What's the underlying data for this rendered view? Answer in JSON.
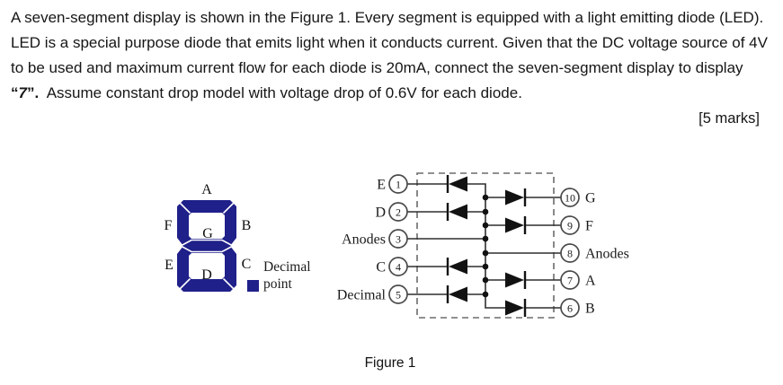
{
  "problem": {
    "lines": [
      "A seven-segment display is shown in the Figure 1. Every segment is equipped with a light emitting diode (LED).",
      "LED is a special purpose diode that emits light when it conducts current. Given that the DC voltage source of 4V",
      "to be used and maximum current flow for each diode is 20mA, connect the seven-segment display to display"
    ],
    "line4_prefix": "“",
    "line4_digit": "7",
    "line4_suffix": "”.",
    "line4_rest": "  Assume constant drop model with voltage drop of 0.6V for each diode.",
    "marks": "[5 marks]"
  },
  "figure": {
    "caption": "Figure 1",
    "display": {
      "segment_color": "#20208a",
      "labels": {
        "a": "A",
        "b": "B",
        "c": "C",
        "d": "D",
        "e": "E",
        "f": "F",
        "g": "G"
      },
      "decimal_line1": "Decimal",
      "decimal_line2": "point"
    },
    "circuit": {
      "left_pins": [
        {
          "label": "E",
          "number": "1"
        },
        {
          "label": "D",
          "number": "2"
        },
        {
          "label": "Anodes",
          "number": "3"
        },
        {
          "label": "C",
          "number": "4"
        },
        {
          "label": "Decimal",
          "number": "5"
        }
      ],
      "right_pins": [
        {
          "label": "G",
          "number": "10"
        },
        {
          "label": "F",
          "number": "9"
        },
        {
          "label": "Anodes",
          "number": "8"
        },
        {
          "label": "A",
          "number": "7"
        },
        {
          "label": "B",
          "number": "6"
        }
      ]
    }
  }
}
